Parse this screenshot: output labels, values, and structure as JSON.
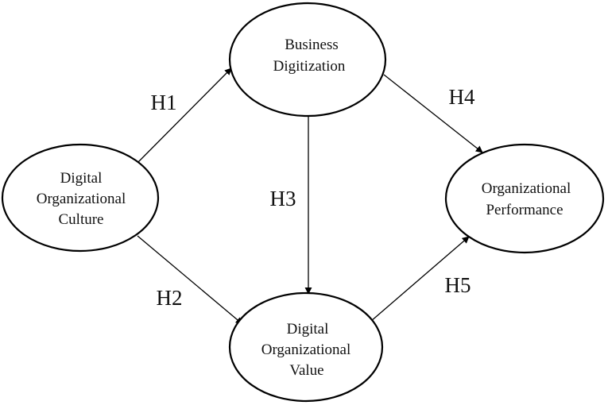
{
  "nodes": {
    "business_digitization": [
      "Business",
      "Digitization"
    ],
    "digital_org_culture": [
      "Digital",
      "Organizational",
      "Culture"
    ],
    "org_performance": [
      "Organizational",
      "Performance"
    ],
    "digital_org_value": [
      "Digital",
      "Organizational",
      "Value"
    ]
  },
  "hypotheses": {
    "h1": "H1",
    "h2": "H2",
    "h3": "H3",
    "h4": "H4",
    "h5": "H5"
  }
}
